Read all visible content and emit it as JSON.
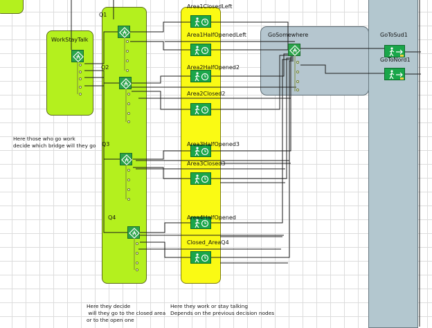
{
  "labels": {
    "work_stay_talk": "WorkStayTalk",
    "q1": "Q1",
    "q2": "Q2",
    "q3": "Q3",
    "q4": "Q4",
    "area1_closed_left": "Area1ClosedLeft",
    "area1_half_opened_left": "Area1HalfOpenedLeft",
    "area2_half_opened2": "Area2HalfOpened2",
    "area2_closed2": "Area2Closed2",
    "area3_half_opened3": "Area3HalfOpened3",
    "area3_closed3": "Area3Closed3",
    "area4_half_opened": "Area4HalfOpened",
    "closed_area_q4": "Closed_AreaQ4",
    "go_somewhere": "GoSomewhere",
    "go_to_sud1": "GoToSud1",
    "go_to_nord1": "GoToNord1"
  },
  "notes": {
    "bridge_line1": "Here those who go work",
    "bridge_line2": "decide which bridge will they go",
    "decide_line1": "Here they decide",
    "decide_line2": " will they go to the closed area",
    "decide_line3": "or to the open one",
    "work_line1": "Here they work or stay talking",
    "work_line2": "Depends on the previous decision nodes"
  },
  "icons": {
    "decision": "decision-diamond-icon",
    "activity": "walking-person-clock-icon",
    "exit": "walking-person-arrow-icon"
  },
  "colors": {
    "lime_panel": "#b4f01e",
    "yellow_panel": "#fafa14",
    "grey_panel": "#b3c7cf",
    "node_green": "#2aa34a",
    "wire": "#1a1a1a"
  }
}
